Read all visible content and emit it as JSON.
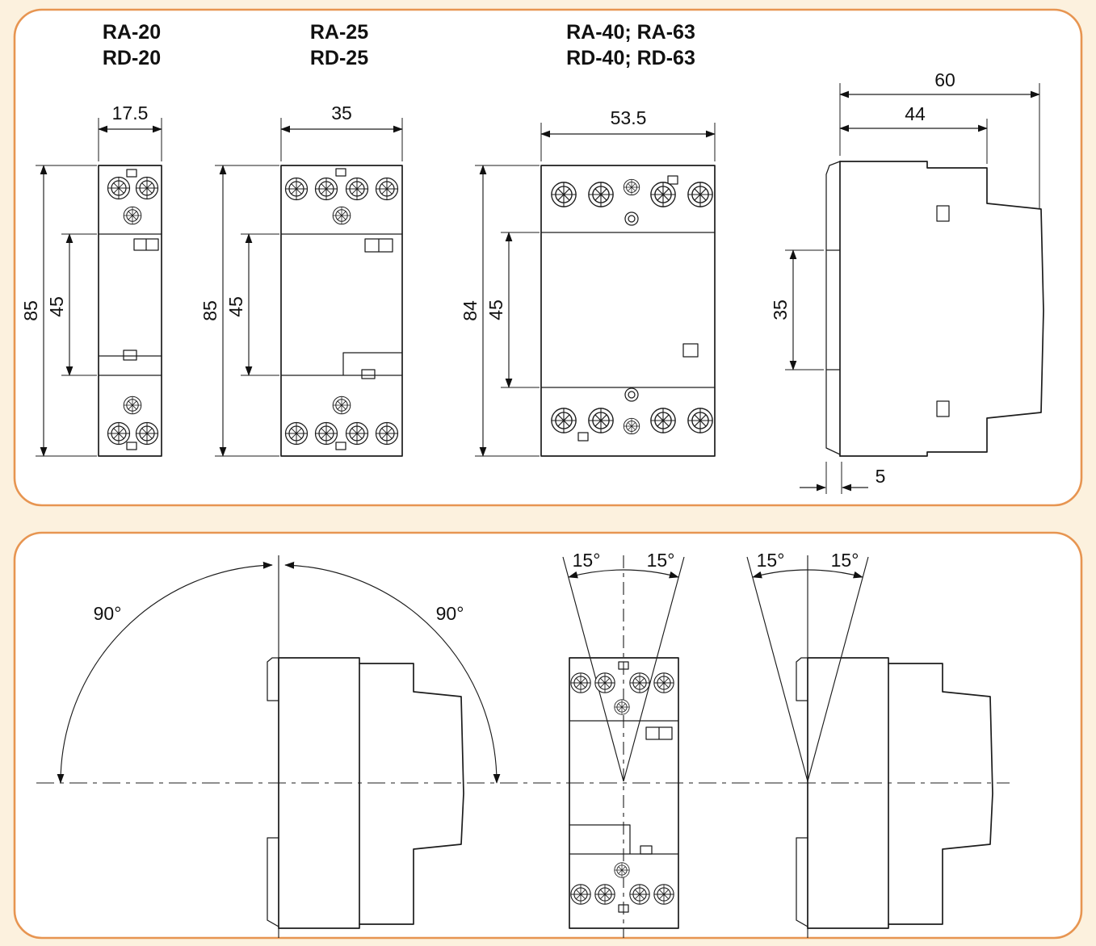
{
  "colors": {
    "background": "#fcf1de",
    "panel_fill": "#ffffff",
    "panel_border": "#e79551",
    "line": "#1d1d1d"
  },
  "top_panel": {
    "variant_labels": [
      {
        "line1": "RA-20",
        "line2": "RD-20"
      },
      {
        "line1": "RA-25",
        "line2": "RD-25"
      },
      {
        "line1": "RA-40; RA-63",
        "line2": "RD-40; RD-63"
      }
    ],
    "front_views": [
      {
        "width_mm": "17.5",
        "height_mm": "85",
        "terminal_span_mm": "45"
      },
      {
        "width_mm": "35",
        "height_mm": "85",
        "terminal_span_mm": "45"
      },
      {
        "width_mm": "53.5",
        "height_mm": "84",
        "terminal_span_mm": "45"
      }
    ],
    "side_view": {
      "depth_total_mm": "60",
      "depth_body_mm": "44",
      "din_rail_mm": "35",
      "clip_travel_mm": "5"
    }
  },
  "bottom_panel": {
    "swing_arc_left": "90°",
    "swing_arc_right": "90°",
    "front_tilt_left": "15°",
    "front_tilt_right": "15°",
    "side_tilt_left": "15°",
    "side_tilt_right": "15°"
  }
}
